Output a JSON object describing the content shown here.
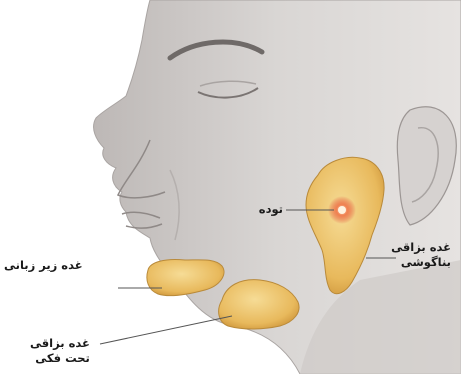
{
  "labels": {
    "lump": "توده",
    "parotid": [
      "غده بزاقی",
      "بناگوشی"
    ],
    "sublingual": "غده زیر زبانی",
    "submandibular": [
      "غده بزاقی",
      "تحت فکی"
    ]
  },
  "colors": {
    "background": "#ffffff",
    "skin": "#d9d6d4",
    "gland": "#e8b95c",
    "gland_light": "#f6dc96",
    "lump": "#e0503a",
    "leader_line": "#555555"
  }
}
